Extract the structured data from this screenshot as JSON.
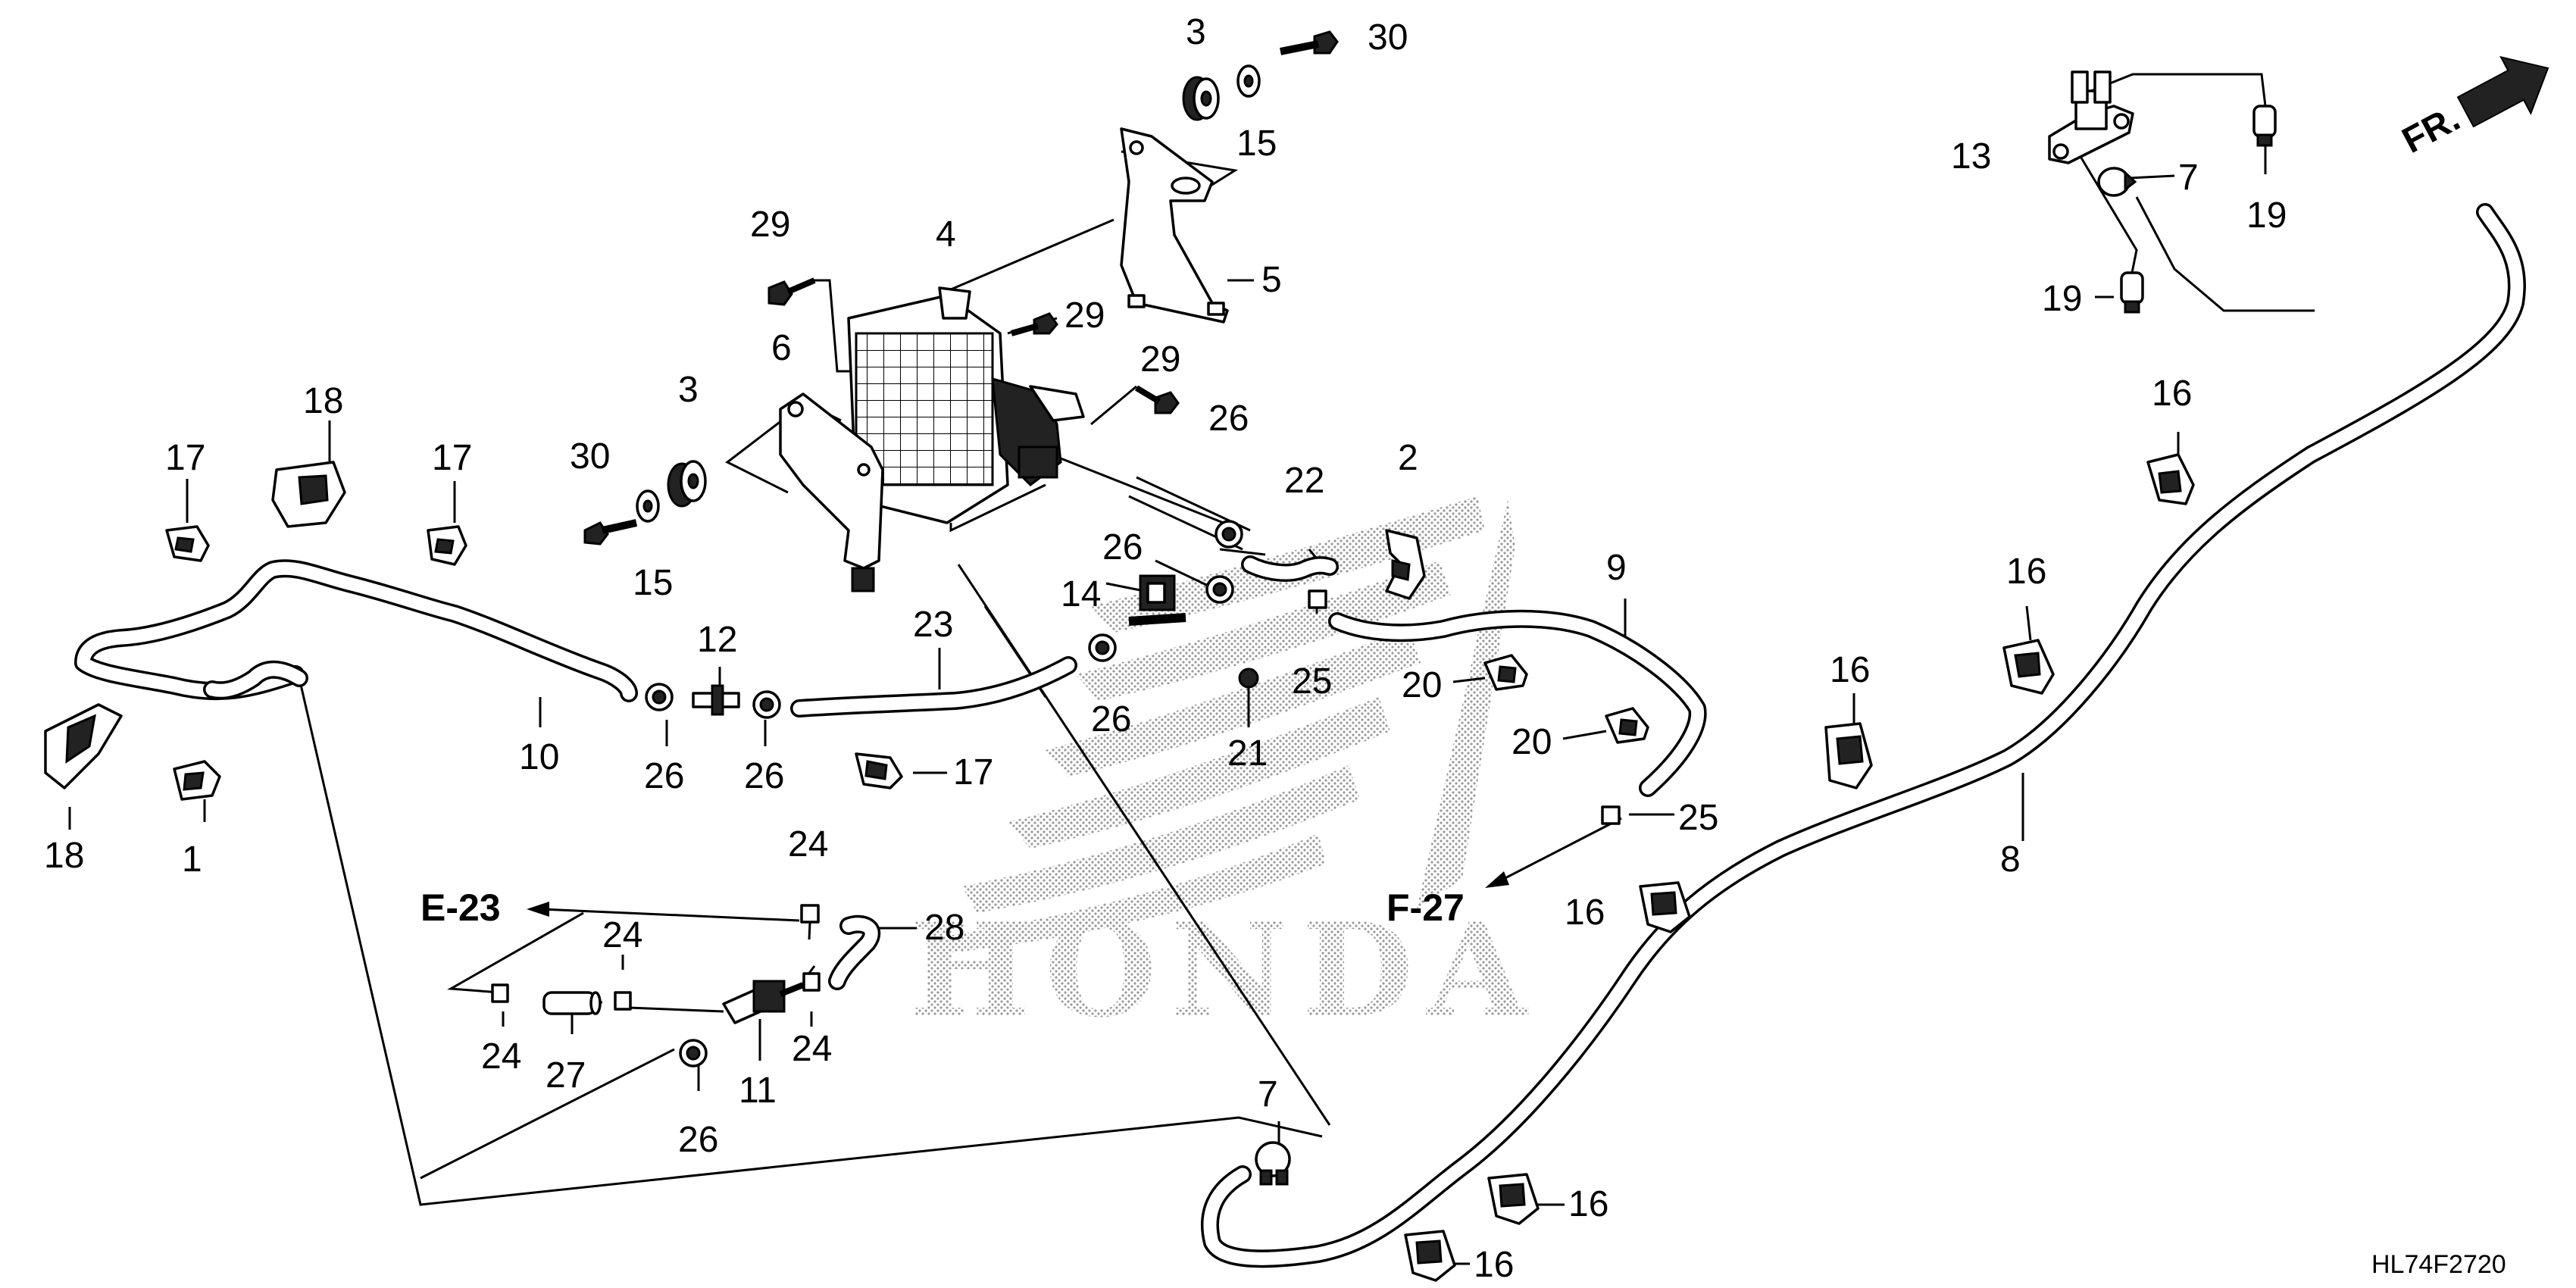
{
  "labels": {
    "p1": "1",
    "p2": "2",
    "p3a": "3",
    "p3b": "3",
    "p4": "4",
    "p5": "5",
    "p6": "6",
    "p7a": "7",
    "p7b": "7",
    "p8": "8",
    "p9": "9",
    "p10": "10",
    "p11": "11",
    "p12": "12",
    "p13": "13",
    "p14": "14",
    "p15a": "15",
    "p15b": "15",
    "p16a": "16",
    "p16b": "16",
    "p16c": "16",
    "p16d": "16",
    "p16e": "16",
    "p16f": "16",
    "p17a": "17",
    "p17b": "17",
    "p17c": "17",
    "p18a": "18",
    "p18b": "18",
    "p19a": "19",
    "p19b": "19",
    "p20a": "20",
    "p20b": "20",
    "p21": "21",
    "p22": "22",
    "p23": "23",
    "p24a": "24",
    "p24b": "24",
    "p24c": "24",
    "p24d": "24",
    "p25a": "25",
    "p25b": "25",
    "p26a": "26",
    "p26b": "26",
    "p26c": "26",
    "p26d": "26",
    "p26e": "26",
    "p26f": "26",
    "p27": "27",
    "p28": "28",
    "p29a": "29",
    "p29b": "29",
    "p29c": "29",
    "p30a": "30",
    "p30b": "30"
  },
  "references": {
    "e23": "E-23",
    "f27": "F-27"
  },
  "front_marker": "FR.",
  "watermark": "HONDA",
  "diagram_code": "HL74F2720"
}
